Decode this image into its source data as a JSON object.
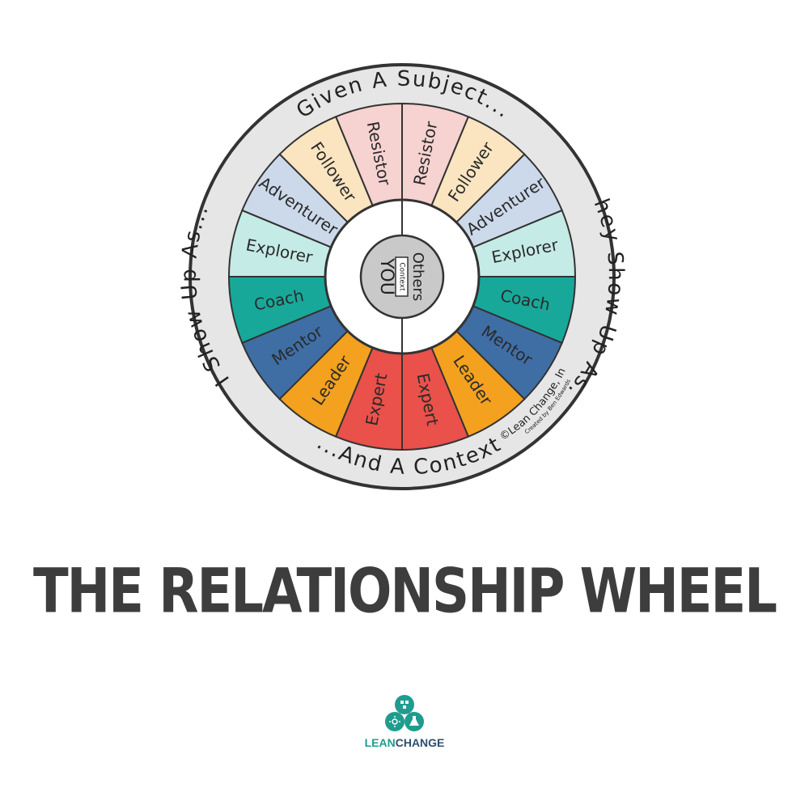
{
  "title": "THE RELATIONSHIP WHEEL",
  "ring": {
    "top": "Given A Subject...",
    "left": "I Show Up As...",
    "right": "They Show Up As...",
    "bottom": "...And A Context"
  },
  "credit": {
    "line1": "©Lean Change, Inc",
    "line2": "Created by Ben Edwards"
  },
  "hub": {
    "you": "YOU",
    "context": "Context",
    "others": "Others"
  },
  "roles": [
    {
      "label": "Resistor",
      "color": "#f6d2d0"
    },
    {
      "label": "Follower",
      "color": "#fbe5c1"
    },
    {
      "label": "Adventurer",
      "color": "#ccd9ea"
    },
    {
      "label": "Explorer",
      "color": "#c5ebe6"
    },
    {
      "label": "Coach",
      "color": "#18a89a"
    },
    {
      "label": "Mentor",
      "color": "#3f6ea5"
    },
    {
      "label": "Leader",
      "color": "#f3a11e"
    },
    {
      "label": "Expert",
      "color": "#e9514a"
    }
  ],
  "logo": {
    "word1": "LEAN",
    "word2": "CHANGE",
    "color_primary": "#1f9c8e",
    "color_secondary": "#2e4f6e"
  }
}
